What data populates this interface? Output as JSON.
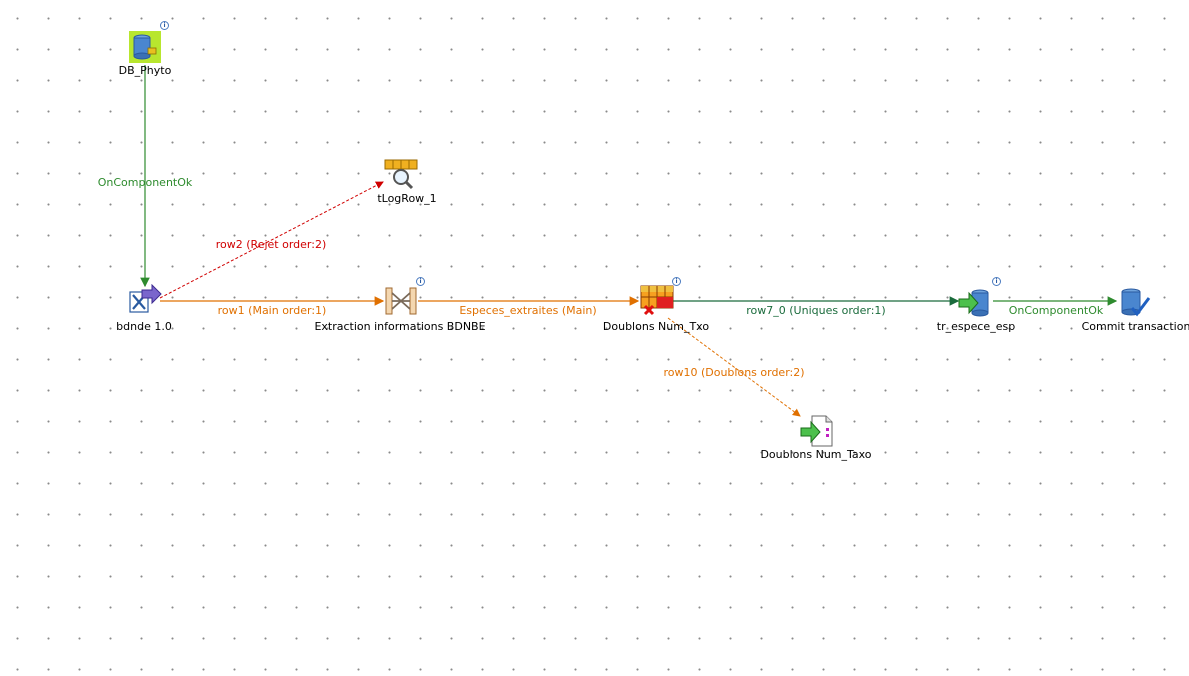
{
  "components": {
    "db_phyto": {
      "label": "DB_Phyto",
      "icon": "db-connection-icon"
    },
    "tlogrow": {
      "label": "tLogRow_1",
      "icon": "log-row-icon"
    },
    "bdnde": {
      "label": "bdnde 1.0",
      "icon": "excel-input-icon"
    },
    "extraction": {
      "label": "Extraction informations BDNBE",
      "icon": "tmap-icon"
    },
    "doublons_txo": {
      "label": "Doublons Num_Txo",
      "icon": "unique-row-icon"
    },
    "tr_espece": {
      "label": "tr_espece_esp",
      "icon": "db-output-icon"
    },
    "commit": {
      "label": "Commit transaction",
      "icon": "db-commit-icon"
    },
    "doublons_taxo": {
      "label": "Doublons Num_Taxo",
      "icon": "file-output-icon"
    }
  },
  "connections": {
    "oncomp1": {
      "label": "OnComponentOk",
      "color": "#2e8b2e"
    },
    "row2": {
      "label": "row2 (Rejet order:2)",
      "color": "#d00000"
    },
    "row1": {
      "label": "row1 (Main order:1)",
      "color": "#e07000"
    },
    "especes": {
      "label": "Especes_extraites (Main)",
      "color": "#e07000"
    },
    "row7": {
      "label": "row7_0 (Uniques order:1)",
      "color": "#1a6b3c"
    },
    "oncomp2": {
      "label": "OnComponentOk",
      "color": "#2e8b2e"
    },
    "row10": {
      "label": "row10 (Doublons order:2)",
      "color": "#e07000"
    }
  },
  "badge": {
    "text": "i"
  }
}
